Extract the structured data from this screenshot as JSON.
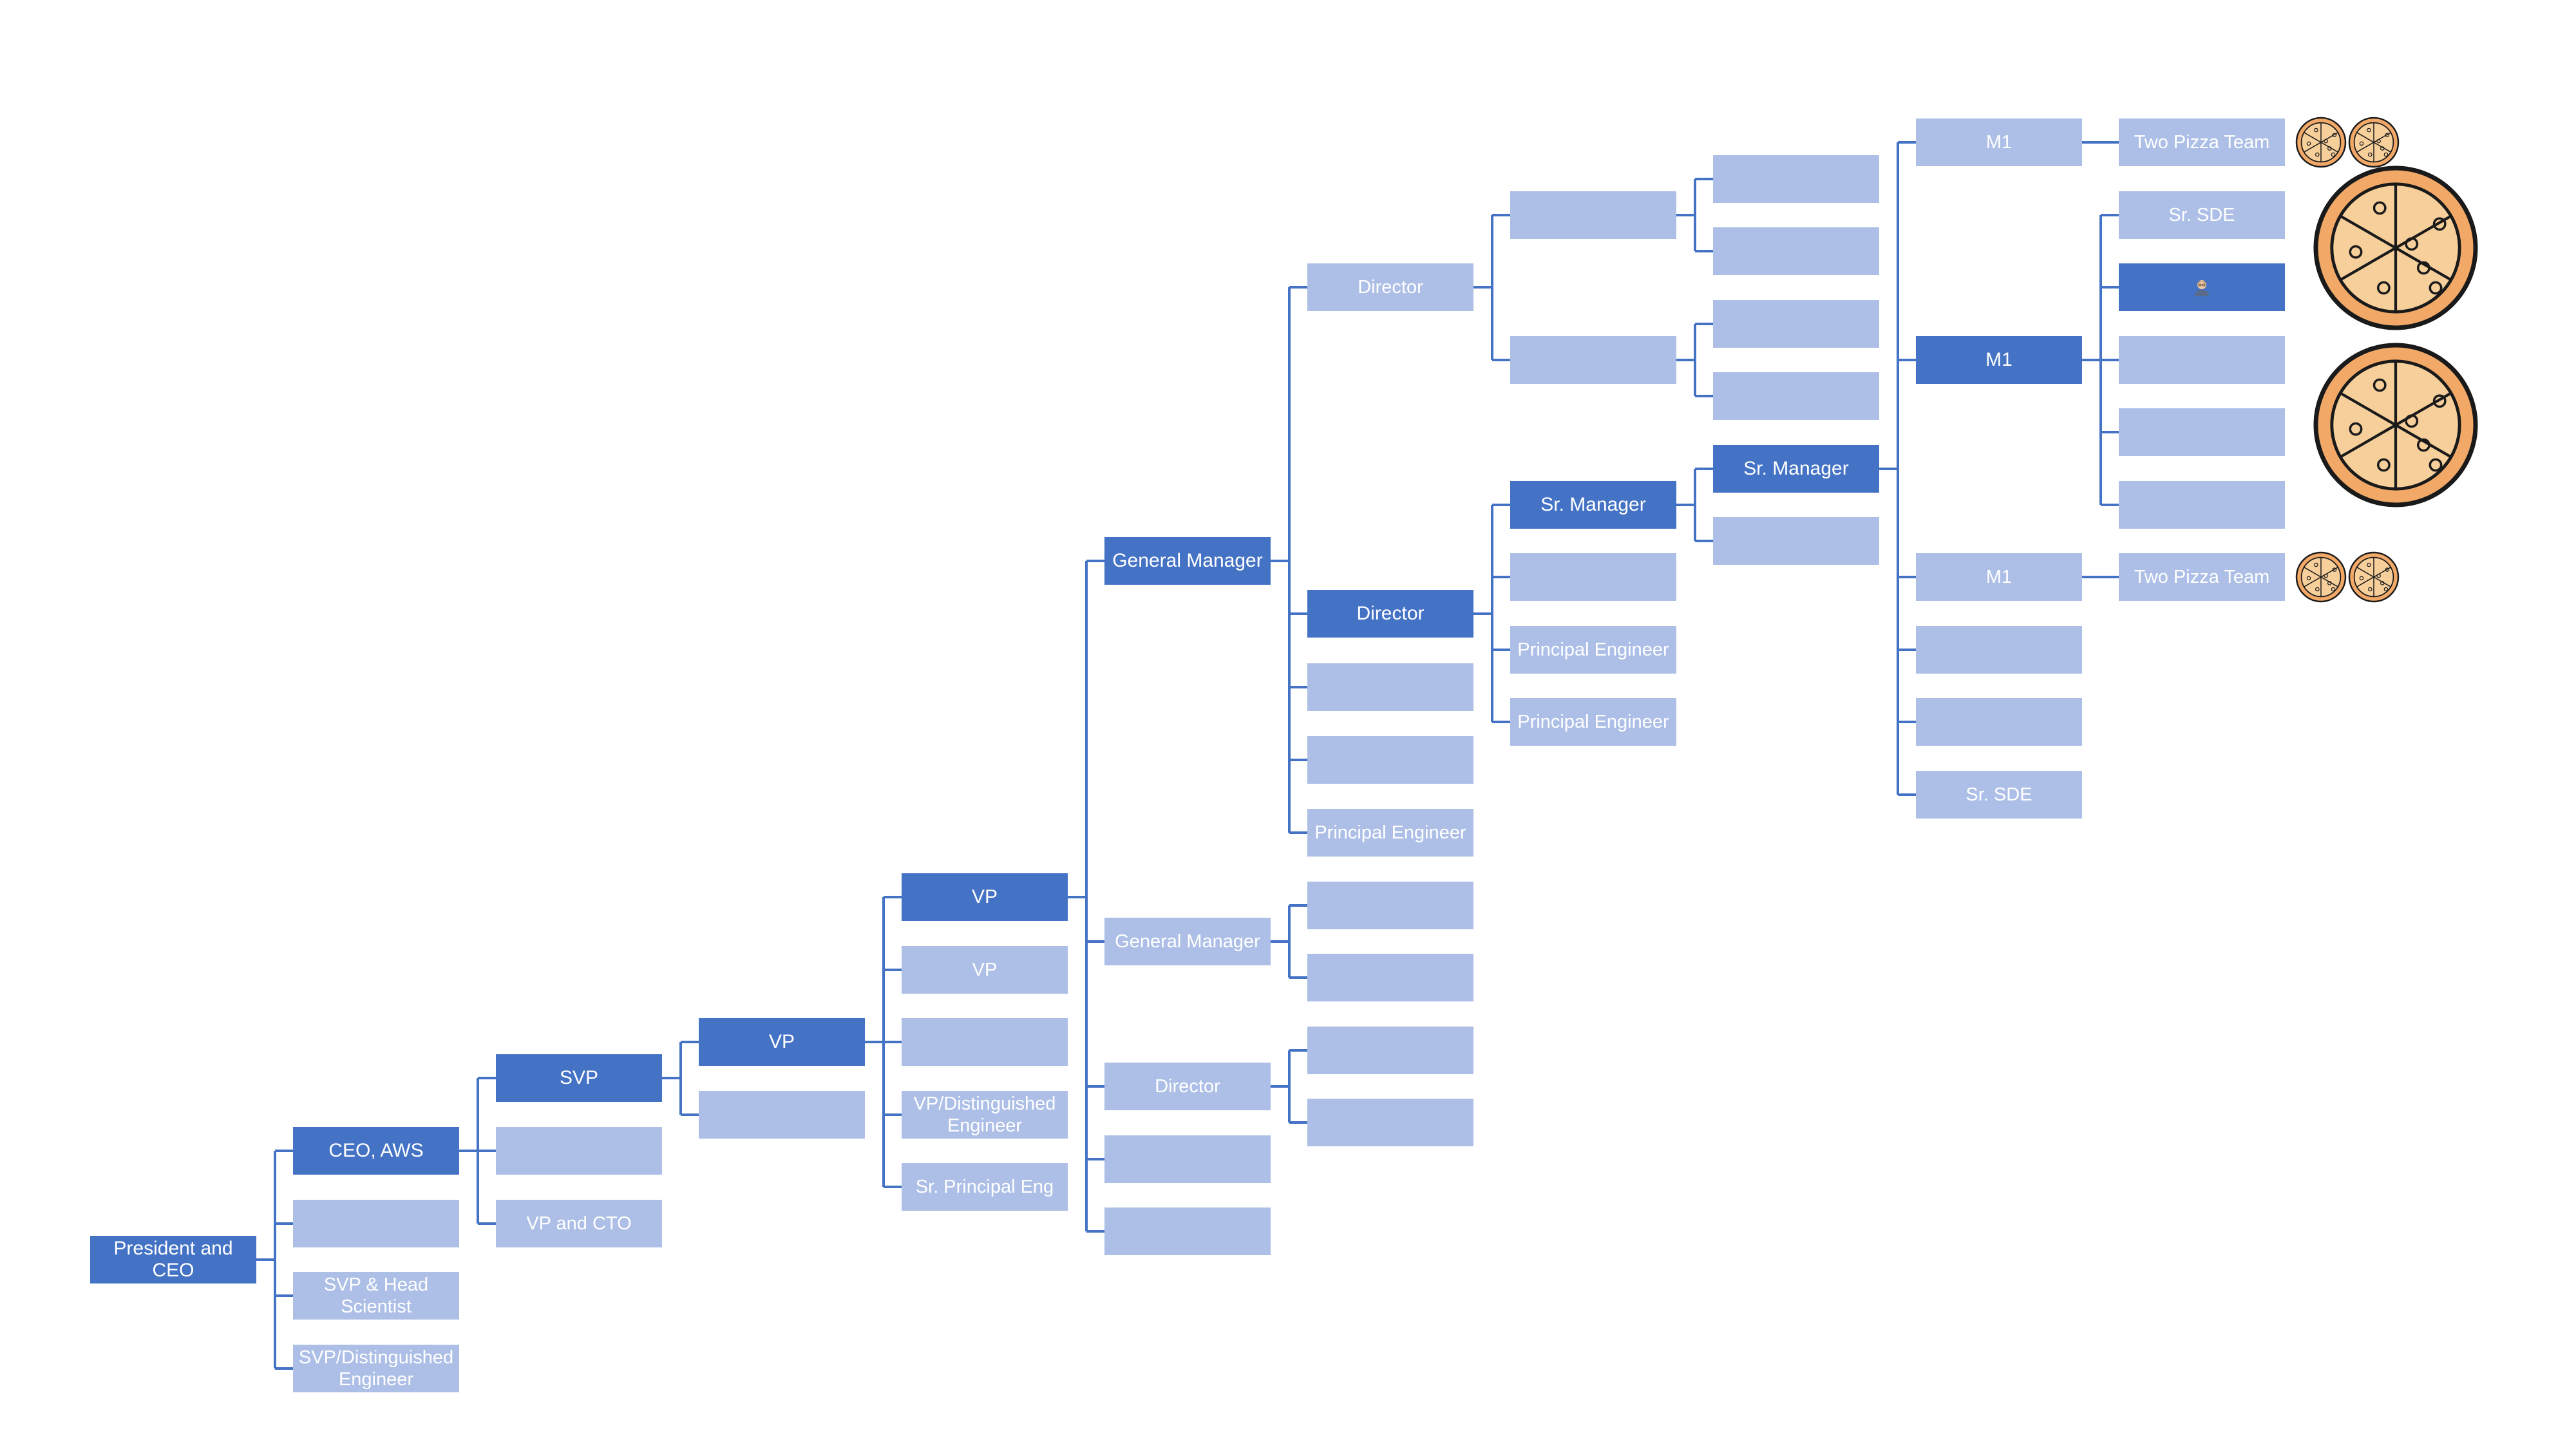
{
  "diagram": {
    "nodes": [
      {
        "id": "ceo",
        "label": "President and CEO",
        "style": "dark"
      },
      {
        "id": "ceo-aws",
        "label": "CEO, AWS",
        "style": "dark"
      },
      {
        "id": "l1-blank",
        "label": "",
        "style": "light"
      },
      {
        "id": "svp-head-scientist",
        "label": "SVP & Head Scientist",
        "style": "light"
      },
      {
        "id": "svp-dist-eng",
        "label": "SVP/Distinguished Engineer",
        "style": "light"
      },
      {
        "id": "svp",
        "label": "SVP",
        "style": "dark"
      },
      {
        "id": "l2-blank",
        "label": "",
        "style": "light"
      },
      {
        "id": "vp-cto",
        "label": "VP and CTO",
        "style": "light"
      },
      {
        "id": "vp1",
        "label": "VP",
        "style": "dark"
      },
      {
        "id": "l3-blank",
        "label": "",
        "style": "light"
      },
      {
        "id": "vp2",
        "label": "VP",
        "style": "dark"
      },
      {
        "id": "vp-light",
        "label": "VP",
        "style": "light"
      },
      {
        "id": "l4-blank",
        "label": "",
        "style": "light"
      },
      {
        "id": "vp-dist-eng",
        "label": "VP/Distinguished Engineer",
        "style": "light"
      },
      {
        "id": "sr-principal-eng",
        "label": "Sr. Principal Eng",
        "style": "light"
      },
      {
        "id": "gm1",
        "label": "General Manager",
        "style": "dark"
      },
      {
        "id": "gm2",
        "label": "General Manager",
        "style": "light"
      },
      {
        "id": "dir-l5",
        "label": "Director",
        "style": "light"
      },
      {
        "id": "l5-blank1",
        "label": "",
        "style": "light"
      },
      {
        "id": "l5-blank2",
        "label": "",
        "style": "light"
      },
      {
        "id": "dir1",
        "label": "Director",
        "style": "light"
      },
      {
        "id": "dir2",
        "label": "Director",
        "style": "dark"
      },
      {
        "id": "l6-blank1",
        "label": "",
        "style": "light"
      },
      {
        "id": "l6-blank2",
        "label": "",
        "style": "light"
      },
      {
        "id": "principal-eng-l6",
        "label": "Principal Engineer",
        "style": "light"
      },
      {
        "id": "gm2-child1",
        "label": "",
        "style": "light"
      },
      {
        "id": "gm2-child2",
        "label": "",
        "style": "light"
      },
      {
        "id": "dirl5-child1",
        "label": "",
        "style": "light"
      },
      {
        "id": "dirl5-child2",
        "label": "",
        "style": "light"
      },
      {
        "id": "dir1-child1",
        "label": "",
        "style": "light"
      },
      {
        "id": "dir1-child2",
        "label": "",
        "style": "light"
      },
      {
        "id": "sr-mgr1",
        "label": "Sr. Manager",
        "style": "dark"
      },
      {
        "id": "l7-blank",
        "label": "",
        "style": "light"
      },
      {
        "id": "principal-eng-a",
        "label": "Principal Engineer",
        "style": "light"
      },
      {
        "id": "principal-eng-b",
        "label": "Principal Engineer",
        "style": "light"
      },
      {
        "id": "l8-a1",
        "label": "",
        "style": "light"
      },
      {
        "id": "l8-a2",
        "label": "",
        "style": "light"
      },
      {
        "id": "l8-b1",
        "label": "",
        "style": "light"
      },
      {
        "id": "l8-b2",
        "label": "",
        "style": "light"
      },
      {
        "id": "sr-mgr2",
        "label": "Sr. Manager",
        "style": "dark"
      },
      {
        "id": "l8-blank",
        "label": "",
        "style": "light"
      },
      {
        "id": "m1-top",
        "label": "M1",
        "style": "light"
      },
      {
        "id": "m1-mid",
        "label": "M1",
        "style": "dark"
      },
      {
        "id": "m1-low",
        "label": "M1",
        "style": "light"
      },
      {
        "id": "l9-blank1",
        "label": "",
        "style": "light"
      },
      {
        "id": "l9-blank2",
        "label": "",
        "style": "light"
      },
      {
        "id": "sr-sde-l9",
        "label": "Sr. SDE",
        "style": "light"
      },
      {
        "id": "two-pizza-top",
        "label": "Two Pizza Team",
        "style": "light"
      },
      {
        "id": "sr-sde-team",
        "label": "Sr. SDE",
        "style": "light"
      },
      {
        "id": "you",
        "label": "",
        "style": "dark",
        "icon": "person-icon"
      },
      {
        "id": "team-blank1",
        "label": "",
        "style": "light"
      },
      {
        "id": "team-blank2",
        "label": "",
        "style": "light"
      },
      {
        "id": "team-blank3",
        "label": "",
        "style": "light"
      },
      {
        "id": "two-pizza-low",
        "label": "Two Pizza Team",
        "style": "light"
      }
    ],
    "edges": [
      [
        "ceo",
        "ceo-aws"
      ],
      [
        "ceo",
        "l1-blank"
      ],
      [
        "ceo",
        "svp-head-scientist"
      ],
      [
        "ceo",
        "svp-dist-eng"
      ],
      [
        "ceo-aws",
        "svp"
      ],
      [
        "ceo-aws",
        "l2-blank"
      ],
      [
        "ceo-aws",
        "vp-cto"
      ],
      [
        "svp",
        "vp1"
      ],
      [
        "svp",
        "l3-blank"
      ],
      [
        "vp1",
        "vp2"
      ],
      [
        "vp1",
        "vp-light"
      ],
      [
        "vp1",
        "l4-blank"
      ],
      [
        "vp1",
        "vp-dist-eng"
      ],
      [
        "vp1",
        "sr-principal-eng"
      ],
      [
        "vp2",
        "gm1"
      ],
      [
        "vp2",
        "gm2"
      ],
      [
        "vp2",
        "dir-l5"
      ],
      [
        "vp2",
        "l5-blank1"
      ],
      [
        "vp2",
        "l5-blank2"
      ],
      [
        "gm1",
        "dir1"
      ],
      [
        "gm1",
        "dir2"
      ],
      [
        "gm1",
        "l6-blank1"
      ],
      [
        "gm1",
        "l6-blank2"
      ],
      [
        "gm1",
        "principal-eng-l6"
      ],
      [
        "gm2",
        "gm2-child1"
      ],
      [
        "gm2",
        "gm2-child2"
      ],
      [
        "dir-l5",
        "dirl5-child1"
      ],
      [
        "dir-l5",
        "dirl5-child2"
      ],
      [
        "dir1",
        "dir1-child1"
      ],
      [
        "dir1",
        "dir1-child2"
      ],
      [
        "dir2",
        "sr-mgr1"
      ],
      [
        "dir2",
        "l7-blank"
      ],
      [
        "dir2",
        "principal-eng-a"
      ],
      [
        "dir2",
        "principal-eng-b"
      ],
      [
        "dir1-child1",
        "l8-a1"
      ],
      [
        "dir1-child1",
        "l8-a2"
      ],
      [
        "dir1-child2",
        "l8-b1"
      ],
      [
        "dir1-child2",
        "l8-b2"
      ],
      [
        "sr-mgr1",
        "sr-mgr2"
      ],
      [
        "sr-mgr1",
        "l8-blank"
      ],
      [
        "sr-mgr2",
        "m1-top"
      ],
      [
        "sr-mgr2",
        "m1-mid"
      ],
      [
        "sr-mgr2",
        "m1-low"
      ],
      [
        "sr-mgr2",
        "l9-blank1"
      ],
      [
        "sr-mgr2",
        "l9-blank2"
      ],
      [
        "sr-mgr2",
        "sr-sde-l9"
      ],
      [
        "m1-top",
        "two-pizza-top"
      ],
      [
        "m1-mid",
        "sr-sde-team"
      ],
      [
        "m1-mid",
        "you"
      ],
      [
        "m1-mid",
        "team-blank1"
      ],
      [
        "m1-mid",
        "team-blank2"
      ],
      [
        "m1-mid",
        "team-blank3"
      ],
      [
        "m1-low",
        "two-pizza-low"
      ]
    ],
    "decorations": [
      {
        "id": "pizza-small-top-1",
        "icon": "pizza-icon",
        "size": "small"
      },
      {
        "id": "pizza-small-top-2",
        "icon": "pizza-icon",
        "size": "small"
      },
      {
        "id": "pizza-large-1",
        "icon": "pizza-icon",
        "size": "large"
      },
      {
        "id": "pizza-large-2",
        "icon": "pizza-icon",
        "size": "large"
      },
      {
        "id": "pizza-small-low-1",
        "icon": "pizza-icon",
        "size": "small"
      },
      {
        "id": "pizza-small-low-2",
        "icon": "pizza-icon",
        "size": "small"
      }
    ],
    "colors": {
      "dark": "#4472c4",
      "light": "#adbfe6",
      "line": "#4472c4",
      "text": "#ffffff",
      "pizza_crust": "#f2a968",
      "pizza_cheese": "#f6cf9b",
      "pizza_outline": "#1a1a1a",
      "pepperoni": "#1a1a1a"
    }
  }
}
